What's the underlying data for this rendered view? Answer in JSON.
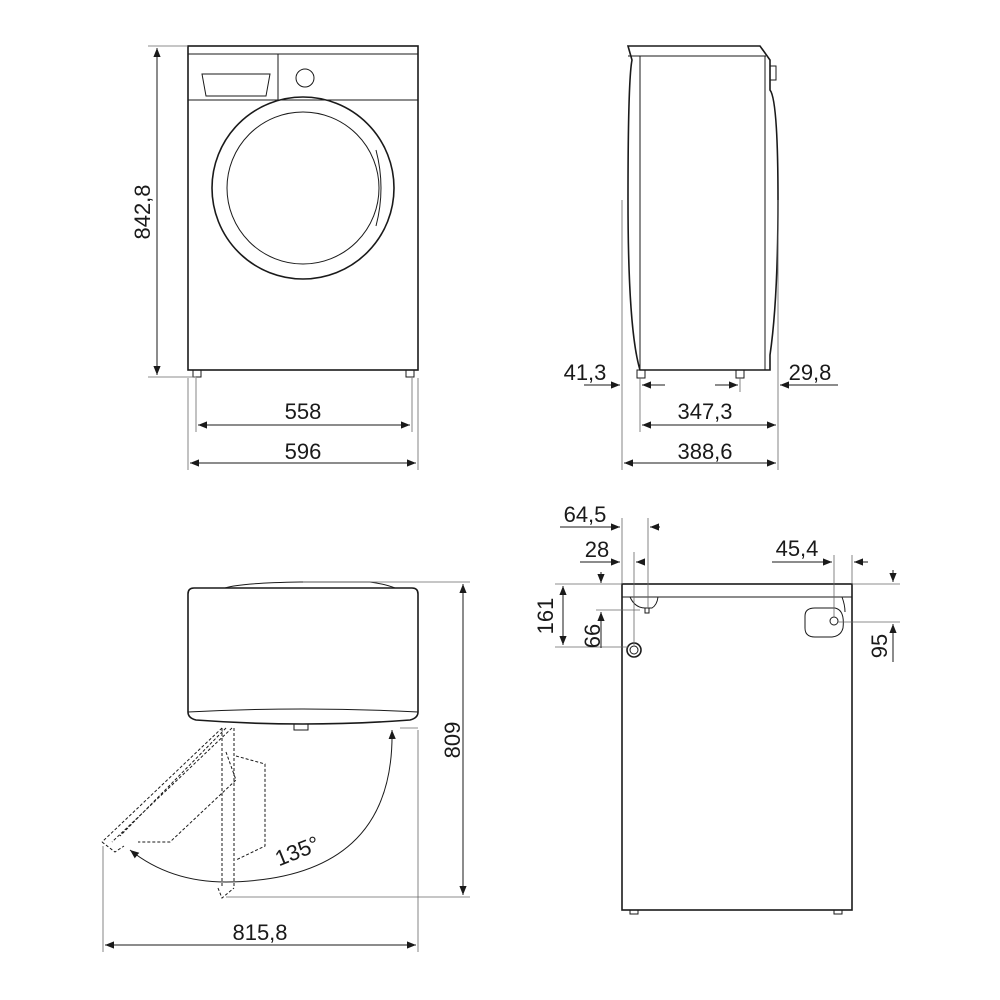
{
  "front_view": {
    "height": "842,8",
    "inner_width": "558",
    "width": "596"
  },
  "side_view": {
    "front_offset": "41,3",
    "rear_offset": "29,8",
    "feet_span": "347,3",
    "depth": "388,6"
  },
  "top_view": {
    "door_opening_depth": "809",
    "total_depth_door_open": "815,8",
    "door_angle": "135°"
  },
  "rear_view": {
    "inlet_x": "64,5",
    "drain_x": "28",
    "drain_height": "161",
    "drain_offset": "66",
    "hook_x": "45,4",
    "hook_y": "95"
  },
  "colors": {
    "line": "#1a1a1a",
    "background": "#ffffff"
  }
}
